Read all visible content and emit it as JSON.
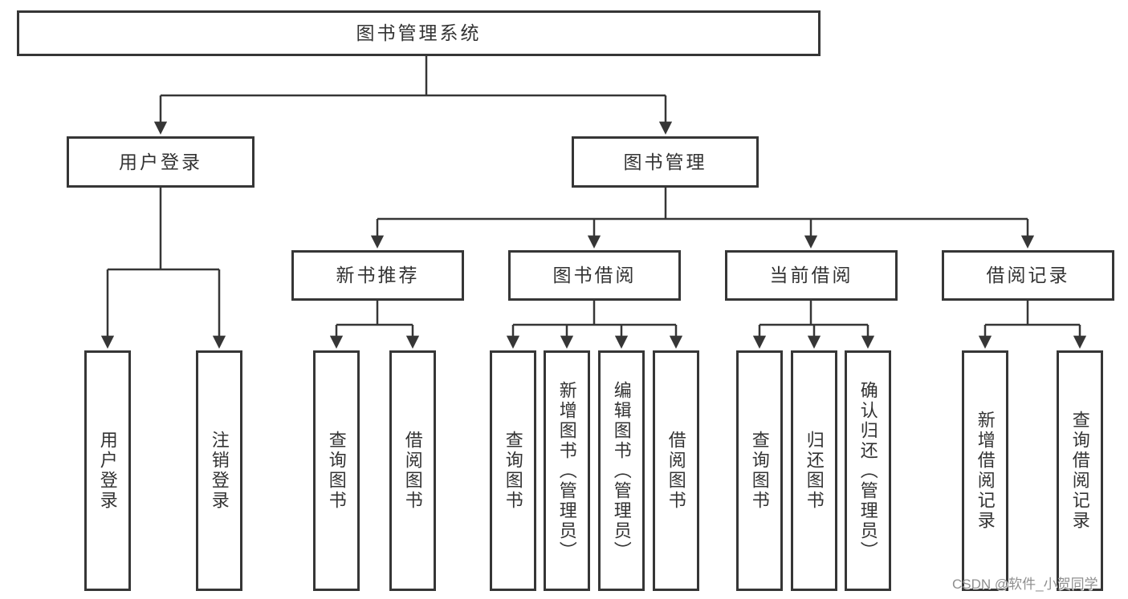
{
  "diagram": {
    "type": "tree-diagram",
    "title": "图书管理系统",
    "hierarchy": {
      "label": "图书管理系统",
      "children": [
        {
          "label": "用户登录",
          "children": [
            {
              "label": "用户登录"
            },
            {
              "label": "注销登录"
            }
          ]
        },
        {
          "label": "图书管理",
          "children": [
            {
              "label": "新书推荐",
              "children": [
                {
                  "label": "查询图书"
                },
                {
                  "label": "借阅图书"
                }
              ]
            },
            {
              "label": "图书借阅",
              "children": [
                {
                  "label": "查询图书"
                },
                {
                  "label": "新增图书（管理员）"
                },
                {
                  "label": "编辑图书（管理员）"
                },
                {
                  "label": "借阅图书"
                }
              ]
            },
            {
              "label": "当前借阅",
              "children": [
                {
                  "label": "查询图书"
                },
                {
                  "label": "归还图书"
                },
                {
                  "label": "确认归还（管理员）"
                }
              ]
            },
            {
              "label": "借阅记录",
              "children": [
                {
                  "label": "新增借阅记录"
                },
                {
                  "label": "查询借阅记录"
                }
              ]
            }
          ]
        }
      ]
    }
  },
  "nodes": {
    "root": {
      "label": "图书管理系统"
    },
    "l2": [
      {
        "label": "用户登录"
      },
      {
        "label": "图书管理"
      }
    ],
    "l3": [
      {
        "label": "新书推荐"
      },
      {
        "label": "图书借阅"
      },
      {
        "label": "当前借阅"
      },
      {
        "label": "借阅记录"
      }
    ],
    "l4": [
      {
        "label": "用户登录",
        "parent": "用户登录"
      },
      {
        "label": "注销登录",
        "parent": "用户登录"
      },
      {
        "label": "查询图书",
        "parent": "新书推荐"
      },
      {
        "label": "借阅图书",
        "parent": "新书推荐"
      },
      {
        "label": "查询图书",
        "parent": "图书借阅"
      },
      {
        "label": "新增图书（管理员）",
        "parent": "图书借阅"
      },
      {
        "label": "编辑图书（管理员）",
        "parent": "图书借阅"
      },
      {
        "label": "借阅图书",
        "parent": "图书借阅"
      },
      {
        "label": "查询图书",
        "parent": "当前借阅"
      },
      {
        "label": "归还图书",
        "parent": "当前借阅"
      },
      {
        "label": "确认归还（管理员）",
        "parent": "当前借阅"
      },
      {
        "label": "新增借阅记录",
        "parent": "借阅记录"
      },
      {
        "label": "查询借阅记录",
        "parent": "借阅记录"
      }
    ]
  },
  "watermark": {
    "text": "CSDN @软件_小贺同学"
  },
  "colors": {
    "line": "#363636",
    "border": "#363636",
    "text": "#333333",
    "watermark": "#8f8f8f",
    "background": "#ffffff"
  }
}
